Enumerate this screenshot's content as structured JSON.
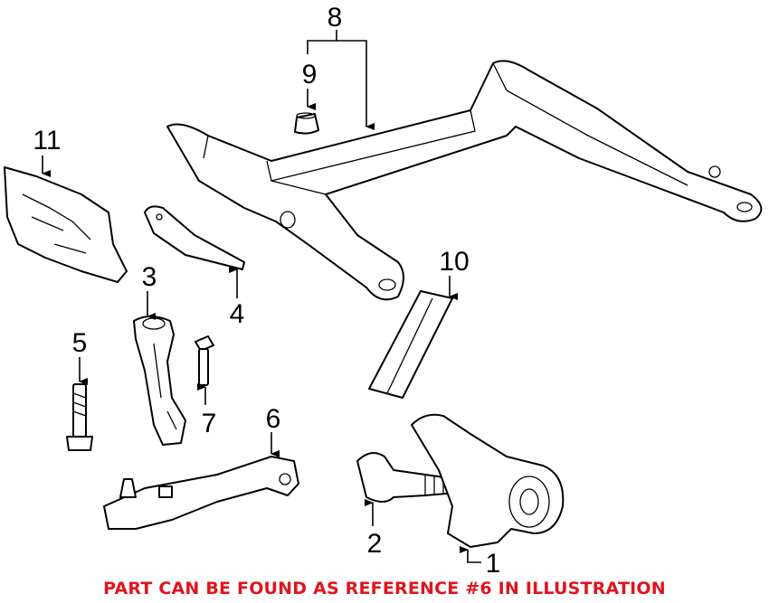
{
  "title": "Front suspension / crossmember parts diagram",
  "callouts": [
    "1",
    "2",
    "3",
    "4",
    "5",
    "6",
    "7",
    "8",
    "9",
    "10",
    "11"
  ],
  "note": "PART CAN BE FOUND AS REFERENCE #6 IN ILLUSTRATION",
  "colors": {
    "note": "#e0141e",
    "line": "#000000"
  }
}
